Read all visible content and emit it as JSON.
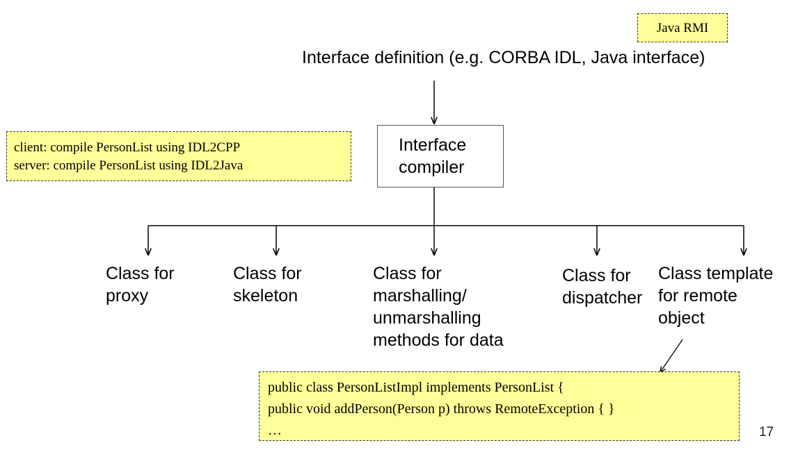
{
  "heading": "Interface definition (e.g. CORBA IDL, Java interface)",
  "java_rmi_note": "Java RMI",
  "compiler": {
    "line1": "Interface",
    "line2": "compiler"
  },
  "compile_note": {
    "line1": "client: compile PersonList using IDL2CPP",
    "line2": "server: compile PersonList using IDL2Java"
  },
  "targets": [
    {
      "lines": [
        "Class for",
        "proxy"
      ]
    },
    {
      "lines": [
        "Class for",
        "skeleton"
      ]
    },
    {
      "lines": [
        "Class for",
        "marshalling/",
        "unmarshalling",
        "methods for data"
      ]
    },
    {
      "lines": [
        "Class for",
        "dispatcher"
      ]
    },
    {
      "lines": [
        "Class template",
        "for remote",
        "object"
      ]
    }
  ],
  "code_note": {
    "line1": "public class PersonListImpl implements PersonList {",
    "line2": "public void addPerson(Person p) throws RemoteException { }",
    "line3": "…"
  },
  "page_number": "17",
  "colors": {
    "note_fill": "#ffff99",
    "line": "#000000"
  }
}
